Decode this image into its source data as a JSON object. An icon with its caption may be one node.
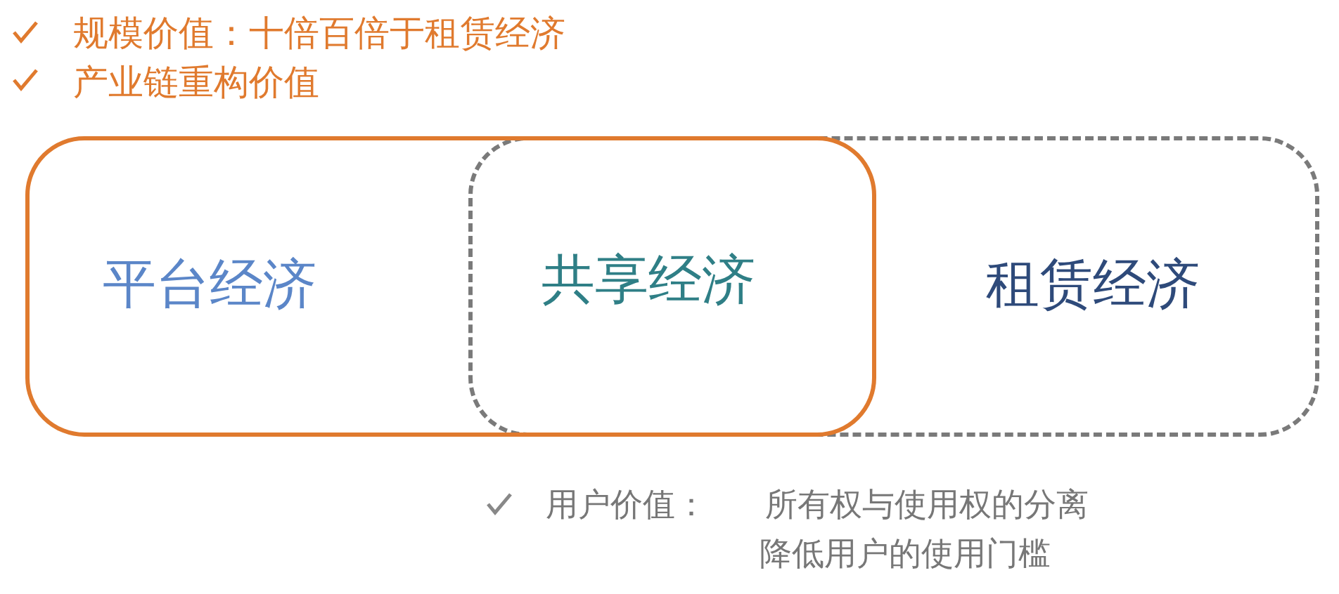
{
  "diagram": {
    "nodes": [
      {
        "text": [
          "平台经济"
        ]
      },
      {
        "text": [
          "租赁经济"
        ]
      }
    ],
    "edges": [],
    "labels": [
      "规模价值：十倍百倍于租赁经济",
      "产业链重构价值",
      "共享经济",
      "用户价值：",
      "所有权与使用权的分离",
      "降低用户的使用门槛"
    ]
  }
}
